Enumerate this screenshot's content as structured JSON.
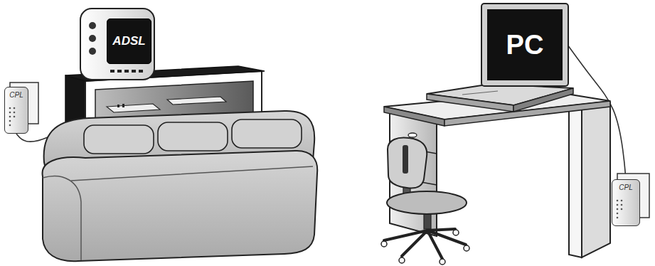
{
  "diagram": {
    "nodes": [
      {
        "text": [
          "ADSL"
        ]
      },
      {
        "text": [
          "CPL"
        ]
      },
      {
        "text": [
          "PC"
        ]
      },
      {
        "text": [
          "CPL"
        ]
      }
    ],
    "edges": [
      {
        "from": 1,
        "to": 0,
        "arrow": "none"
      },
      {
        "from": 2,
        "to": 3,
        "arrow": "none"
      }
    ]
  }
}
